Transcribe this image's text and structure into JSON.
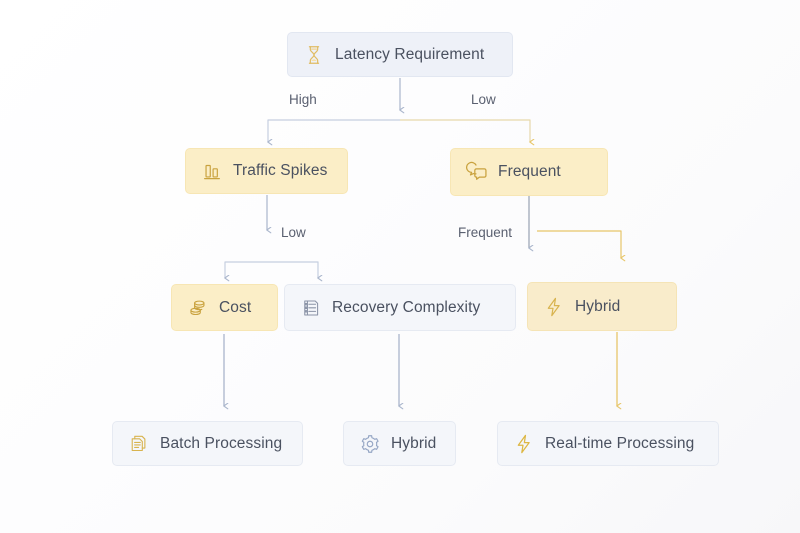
{
  "diagram": {
    "title": "Latency Requirement decision flowchart",
    "colors": {
      "blue_fill": "#eef1f8",
      "blue_stroke": "#e2e7f1",
      "gold_fill": "#fbeec7",
      "gold_stroke": "#f7e6b4",
      "text": "#4a5160",
      "edge_blue": "#aab6cc",
      "edge_gold": "#e7c66a",
      "label_text": "#5a6070",
      "background": "#ffffff"
    },
    "nodes": [
      {
        "id": "latency",
        "label": "Latency Requirement",
        "icon": "hourglass-icon",
        "style": "blue"
      },
      {
        "id": "traffic",
        "label": "Traffic Spikes",
        "icon": "bar-chart-icon",
        "style": "gold"
      },
      {
        "id": "frequent",
        "label": "Frequent",
        "icon": "chat-bubbles-icon",
        "style": "gold"
      },
      {
        "id": "cost",
        "label": "Cost",
        "icon": "coins-icon",
        "style": "gold"
      },
      {
        "id": "recovery",
        "label": "Recovery Complexity",
        "icon": "checklist-icon",
        "style": "blue"
      },
      {
        "id": "hybrid1",
        "label": "Hybrid",
        "icon": "lightning-icon",
        "style": "gold"
      },
      {
        "id": "batch",
        "label": "Batch Processing",
        "icon": "documents-icon",
        "style": "blue"
      },
      {
        "id": "hybrid2",
        "label": "Hybrid",
        "icon": "gear-icon",
        "style": "blue"
      },
      {
        "id": "realtime",
        "label": "Real-time Processing",
        "icon": "lightning-icon",
        "style": "blue"
      }
    ],
    "edge_labels": [
      {
        "id": "high",
        "text": "High"
      },
      {
        "id": "low-top",
        "text": "Low"
      },
      {
        "id": "low-mid",
        "text": "Low"
      },
      {
        "id": "frequent",
        "text": "Frequent"
      }
    ],
    "edges": [
      {
        "from": "latency",
        "to": "traffic",
        "label": "High",
        "color": "blue"
      },
      {
        "from": "latency",
        "to": "frequent",
        "label": "Low",
        "color": "gold"
      },
      {
        "from": "traffic",
        "to": "cost",
        "label": "Low",
        "color": "blue"
      },
      {
        "from": "traffic",
        "to": "recovery",
        "label": "",
        "color": "blue"
      },
      {
        "from": "frequent",
        "to": "recovery",
        "label": "Frequent",
        "color": "blue"
      },
      {
        "from": "frequent",
        "to": "hybrid1",
        "label": "",
        "color": "gold"
      },
      {
        "from": "cost",
        "to": "batch",
        "label": "",
        "color": "blue"
      },
      {
        "from": "recovery",
        "to": "hybrid2",
        "label": "",
        "color": "blue"
      },
      {
        "from": "hybrid1",
        "to": "realtime",
        "label": "",
        "color": "gold"
      }
    ]
  }
}
